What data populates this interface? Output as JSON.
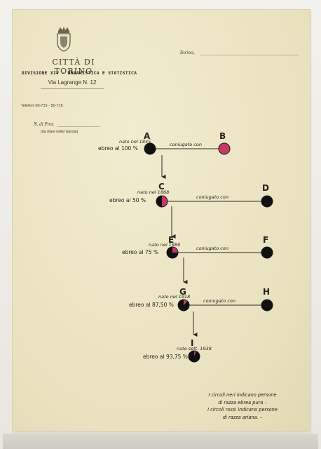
{
  "letterhead": {
    "city": "CITTÀ DI TORINO",
    "division": "DIVISIONE XIV - URBANISTICA E STATISTICA",
    "address": "Via Lagrange N. 12",
    "phones": "Telefoni 50-715 - 50-716",
    "place": "Torino,",
    "protocol": "N. di Prot.",
    "protocol_note": "(da citare nella risposta)"
  },
  "tree": {
    "a": {
      "letter": "A",
      "born": "nato nel 1845",
      "percent": "ebreo al 100 %",
      "jewish_fraction": 1.0
    },
    "b": {
      "letter": "B",
      "jewish_fraction": 0.0
    },
    "c": {
      "letter": "C",
      "born": "nato nel 1868",
      "percent": "ebreo al 50 %",
      "jewish_fraction": 0.5
    },
    "d": {
      "letter": "D",
      "jewish_fraction": 1.0
    },
    "e": {
      "letter": "E",
      "born": "nato nel 1889",
      "percent": "ebreo al 75 %",
      "jewish_fraction": 0.75
    },
    "f": {
      "letter": "F",
      "jewish_fraction": 1.0
    },
    "g": {
      "letter": "G",
      "born": "nato nel 1918",
      "percent": "ebreo al 87,50 %",
      "jewish_fraction": 0.875
    },
    "h": {
      "letter": "H",
      "jewish_fraction": 1.0
    },
    "i": {
      "letter": "I",
      "born": "nato sett. 1938",
      "percent": "ebreo al 93,75 %",
      "jewish_fraction": 0.9375
    },
    "married_label": "coniugato con"
  },
  "legend": {
    "line1": "I circoli neri indicano persone",
    "line2": "di razza ebrea pura –",
    "line3": "I circoli rossi indicano persone",
    "line4": "di razza ariana. –"
  },
  "colors": {
    "black": "#111111",
    "red": "#c73a67",
    "line": "#2a2620"
  }
}
